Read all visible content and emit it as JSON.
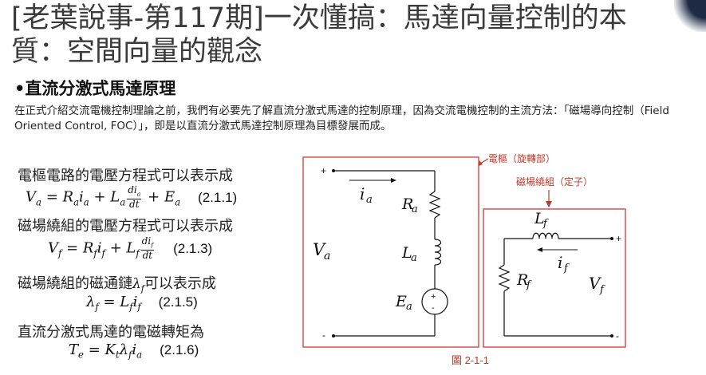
{
  "title": "[老葉說事-第117期]一次懂搞：馬達向量控制的本質：空間向量的觀念",
  "heading": "•直流分激式馬達原理",
  "intro": "在正式介紹交流電機控制理論之前，我們有必要先了解直流分激式馬達的控制原理，因為交流電機控制的主流方法：「磁場導向控制（Field Oriented Control, FOC）」，即是以直流分激式馬達控制原理為目標發展而成。",
  "left": {
    "line1": "電樞電路的電壓方程式可以表示成",
    "eq1_num": "(2.1.1)",
    "line2": "磁場繞組的電壓方程式可以表示成",
    "eq2_num": "(2.1.3)",
    "line3_a": "磁場繞組的磁通鏈",
    "line3_b": "可以表示成",
    "eq3_num": "(2.1.5)",
    "line4": "直流分激式馬達的電磁轉矩為",
    "eq4_num": "(2.1.6)"
  },
  "diagram": {
    "armature_label": "電樞（旋轉部）",
    "field_label": "磁場繞組（定子）",
    "caption": "圖 2-1-1",
    "plus": "+",
    "minus": "-",
    "accent": "#c0392b"
  }
}
